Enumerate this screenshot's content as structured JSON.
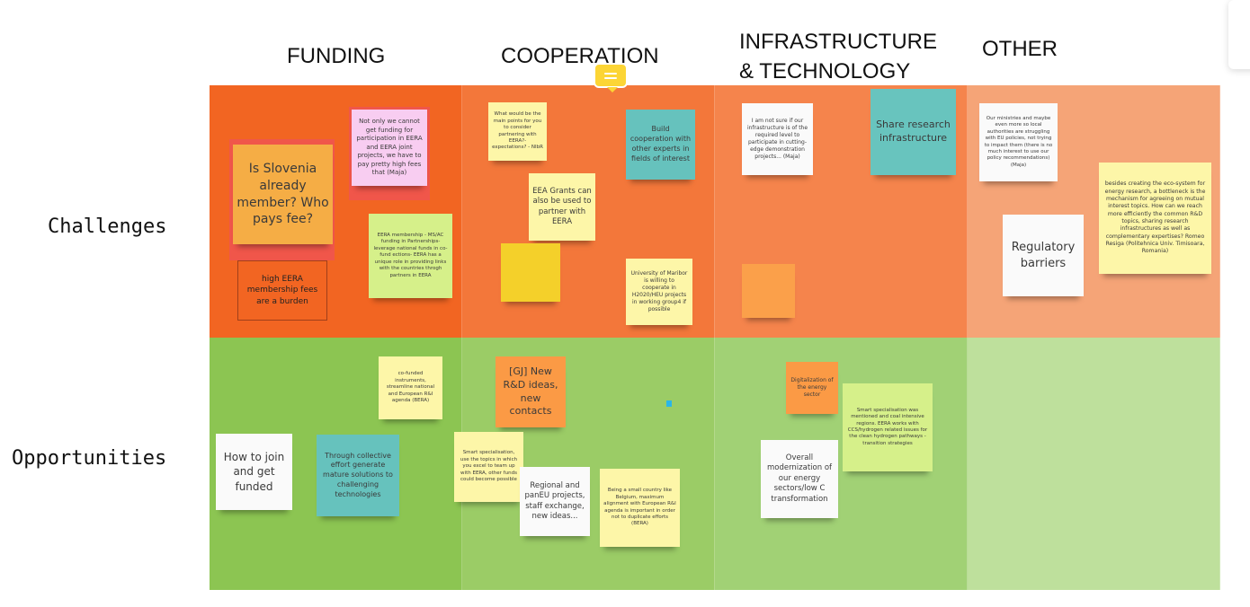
{
  "columns": [
    "FUNDING",
    "COOPERATION",
    "INFRASTRUCTURE",
    "& TECHNOLOGY",
    "OTHER"
  ],
  "rows": [
    "Challenges",
    "Opportunities"
  ],
  "colors": {
    "funding_challenges": "#f26522",
    "cooperation_challenges": "#f3773a",
    "infra_challenges": "#f5844c",
    "other_challenges": "#f5a477",
    "funding_opportunities": "#8cc552",
    "cooperation_opportunities": "#9bcc66",
    "infra_opportunities": "#a1d175",
    "other_opportunities": "#bee09c"
  },
  "notes": [
    {
      "text": "Is Slovenia already member? Who pays fee?"
    },
    {
      "text": "Not only we cannot get funding for participation in EERA and EERA joint projects, we have to pay pretty high fees that (Maja)"
    },
    {
      "text": "EERA membership - MS/AC funding in Partnerships- leverage national funds in co-fund ections- EERA has a unique role in providing links with the countries throgh partners in EERA"
    },
    {
      "text": "high EERA membership fees are a burden"
    },
    {
      "text": "What would be the main points for you to consider partnering with EERA?- expectations? - NIbR"
    },
    {
      "text": "Build cooperation with other experts in fields of interest"
    },
    {
      "text": "EEA Grants can also be used to partner with EERA"
    },
    {
      "text": ""
    },
    {
      "text": "University of Maribor is willing to cooperate in H2020/HEU projects in working group4 if possible"
    },
    {
      "text": "I am not sure if our infrastructure is of the required level to participate in cutting-edge demonstration projects... (Maja)"
    },
    {
      "text": "Share research infrastructure"
    },
    {
      "text": ""
    },
    {
      "text": "Our ministries and maybe even more so local authorities are struggling with EU policies, not trying to impact them (there is no much interest to use our policy recommendations) (Maja)"
    },
    {
      "text": "Regulatory barriers"
    },
    {
      "text": "besides creating the eco-system for energy research, a bottleneck is the mechanism for agreeing on mutual interest topics. How can we reach more efficiently the common R&D topics, sharing research infrastructures as well as complementary expertises? Romeo Resiga (Politehnica Univ. Timisoara, Romania)"
    },
    {
      "text": "co-funded instruments, streamline national and European R&I agenda (BERA)"
    },
    {
      "text": "How to join and get funded"
    },
    {
      "text": "Through collective effort generate mature solutions to challenging technologies"
    },
    {
      "text": "[GJ] New R&D ideas, new contacts"
    },
    {
      "text": "Smart specialisation, use the topics in which you excel to team up with EERA, other funds could become possible"
    },
    {
      "text": "Regional and panEU projects, staff exchange, new ideas..."
    },
    {
      "text": "Being a small country like Belgium, maximum alignment with European R&I agenda is important in order not to duplicate efforts (BERA)"
    },
    {
      "text": "Digitalization of the energy sector"
    },
    {
      "text": "Smart specialisation was mentioned and coal intensive regions. EERA works with CCS/hydrogen related issues for the clean hydrogen pathways - transition strategies"
    },
    {
      "text": "Overall modernization of our energy sectors/low C transformation"
    }
  ]
}
